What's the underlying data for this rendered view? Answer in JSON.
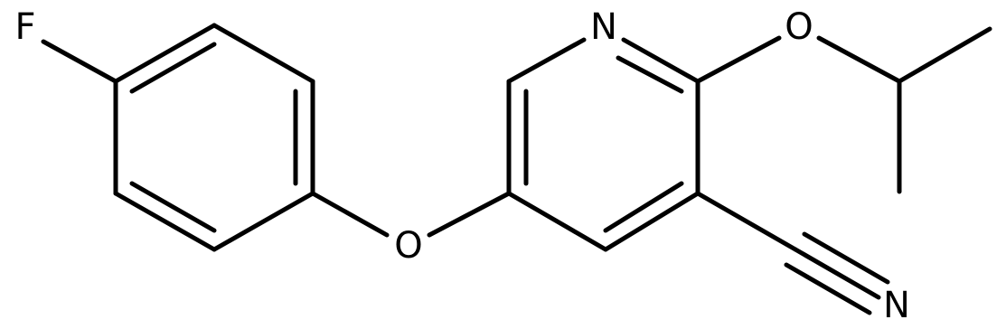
{
  "molecule": {
    "atoms": {
      "fluorine": "F",
      "ring_nitrogen": "N",
      "ether_oxygen_isopropoxy": "O",
      "ether_oxygen_aryl": "O",
      "nitrile_nitrogen": "N"
    },
    "colors": {
      "ink": "#000000",
      "background": "#ffffff"
    }
  }
}
